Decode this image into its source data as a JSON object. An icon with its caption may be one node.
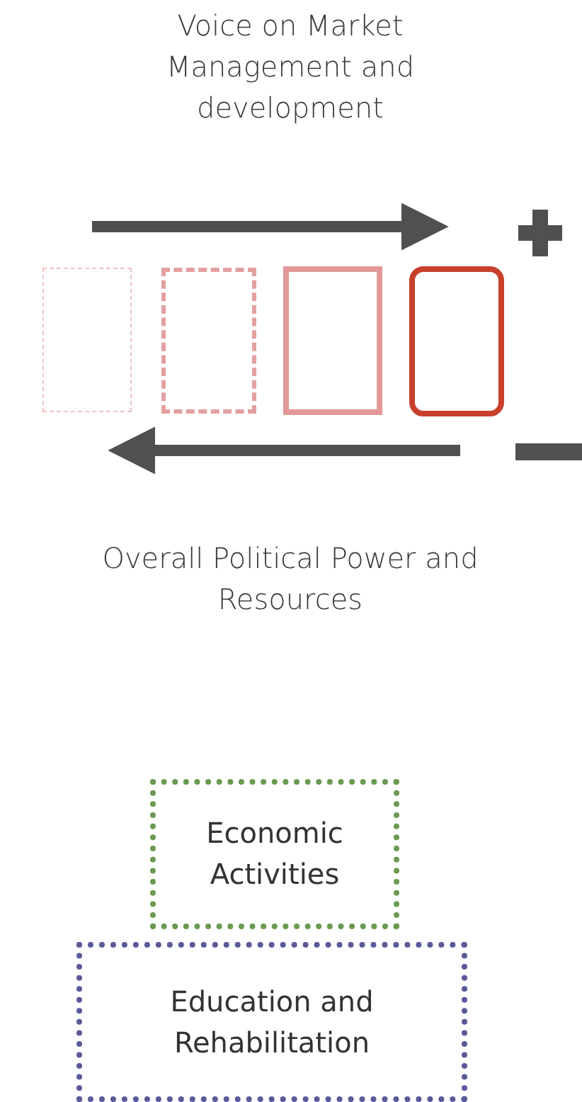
{
  "diagram": {
    "nodes": [
      {
        "text": [],
        "shape": "box"
      },
      {
        "text": [],
        "shape": "box"
      },
      {
        "text": [],
        "shape": "box"
      },
      {
        "text": [],
        "shape": "box"
      },
      {
        "text": [
          "Economic Activities"
        ]
      },
      {
        "text": [
          "Education and Rehabilitation"
        ]
      }
    ],
    "labels": [
      "Voice on Market Management and development",
      "Overall Political Power and Resources"
    ]
  }
}
